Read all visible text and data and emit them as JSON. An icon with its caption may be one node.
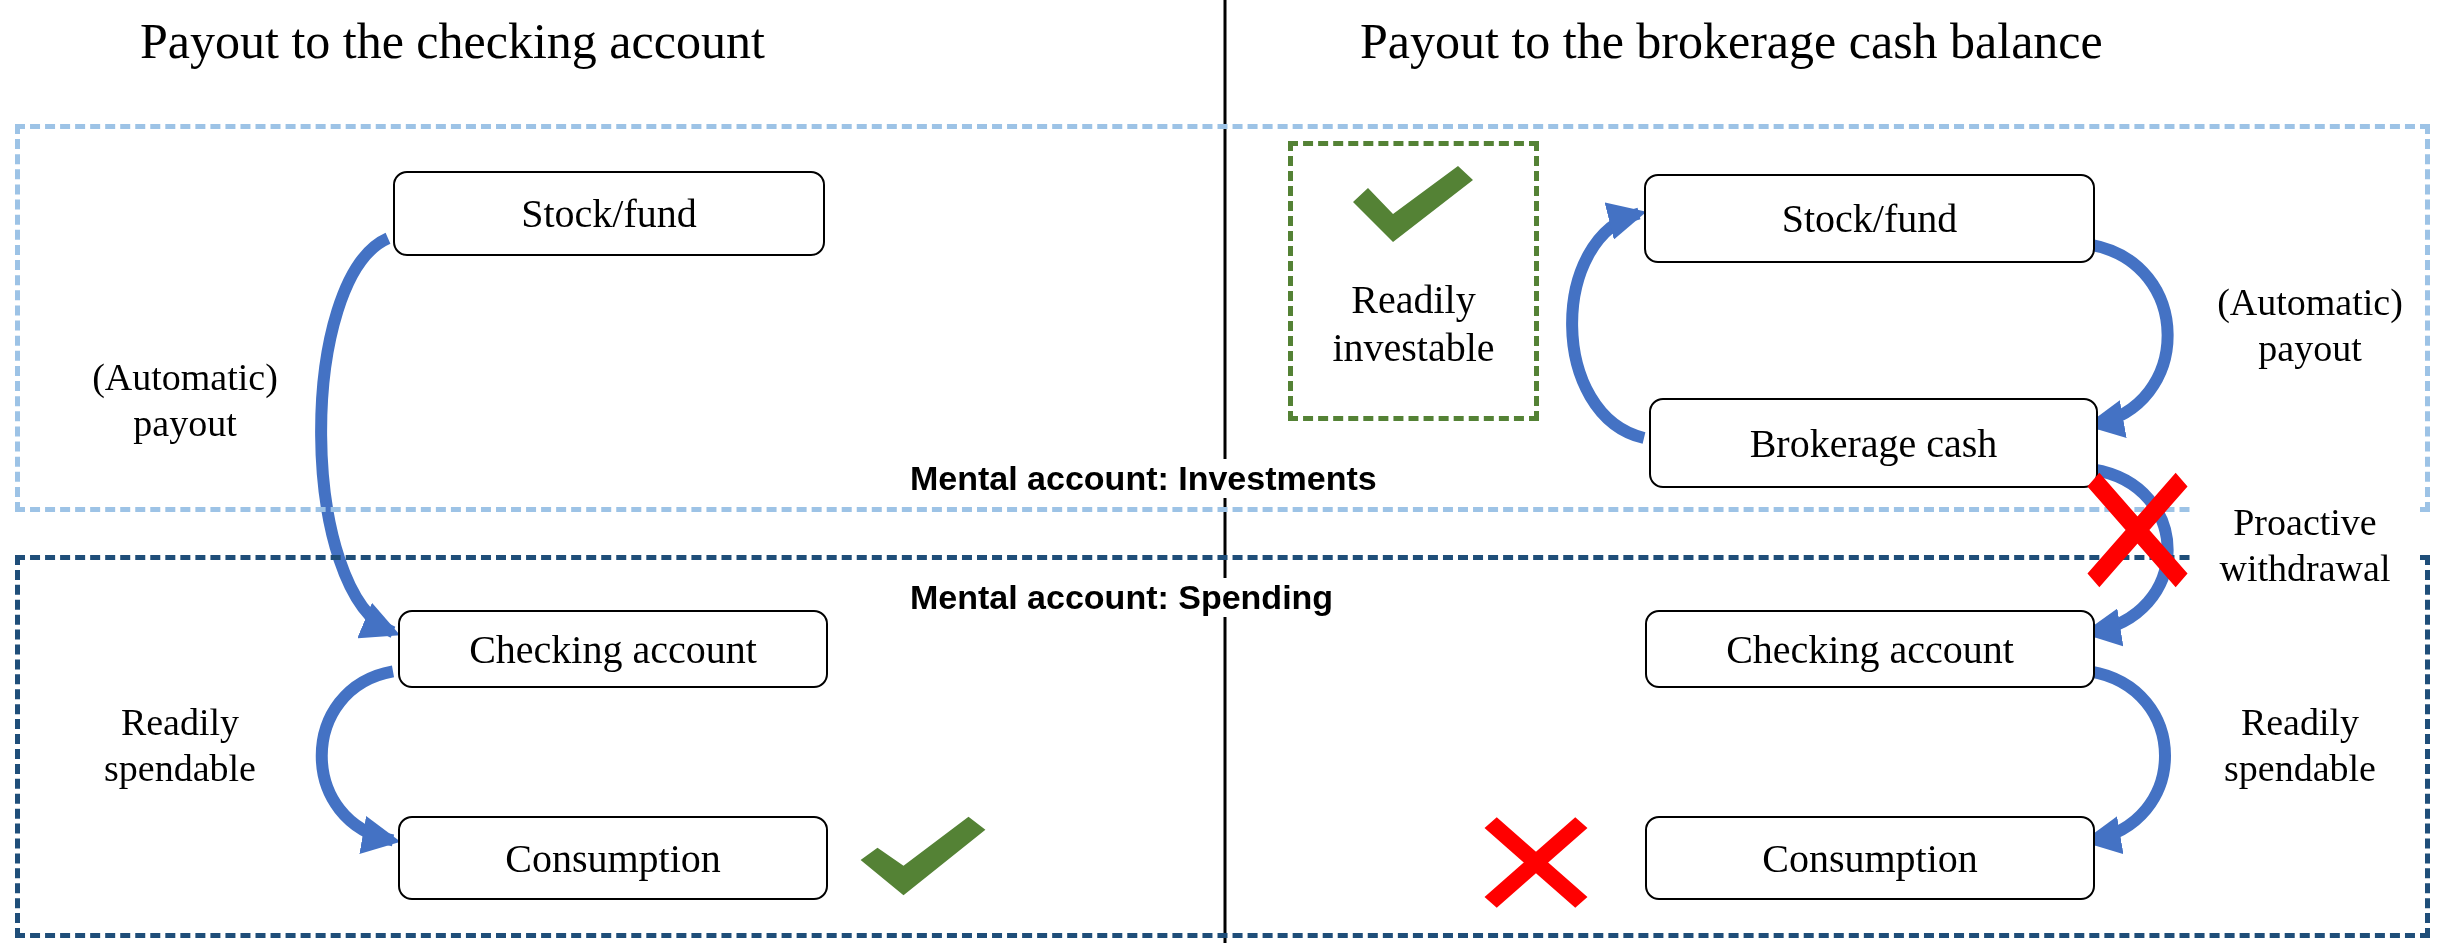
{
  "diagram": {
    "nodes": [
      {
        "text": [
          "Mental account: Investments"
        ]
      },
      {
        "text": [
          "Mental account: Spending"
        ]
      },
      {
        "text": [
          "Stock/fund"
        ],
        "in": 0
      },
      {
        "text": [
          "Checking account"
        ],
        "in": 1
      },
      {
        "text": [
          "Consumption"
        ],
        "in": 1
      },
      {
        "text": [
          "Readily investable"
        ],
        "in": 0
      },
      {
        "text": [
          "Stock/fund"
        ],
        "in": 0
      },
      {
        "text": [
          "Brokerage cash"
        ],
        "in": 0
      },
      {
        "text": [
          "Checking account"
        ],
        "in": 1
      },
      {
        "text": [
          "Consumption"
        ],
        "in": 1
      }
    ],
    "edges": [
      {
        "from": 2,
        "to": 3,
        "arrow": "to",
        "label": "(Automatic) payout"
      },
      {
        "from": 3,
        "to": 4,
        "arrow": "to",
        "label": "Readily spendable"
      },
      {
        "from": 6,
        "to": 7,
        "arrow": "to",
        "label": "(Automatic) payout"
      },
      {
        "from": 7,
        "to": 6,
        "arrow": "to"
      },
      {
        "from": 7,
        "to": 8,
        "arrow": "to",
        "label": "Proactive withdrawal"
      },
      {
        "from": 8,
        "to": 9,
        "arrow": "to",
        "label": "Readily spendable"
      }
    ],
    "labels": [
      "Payout to the checking account",
      "Payout to the brokerage cash balance"
    ]
  }
}
